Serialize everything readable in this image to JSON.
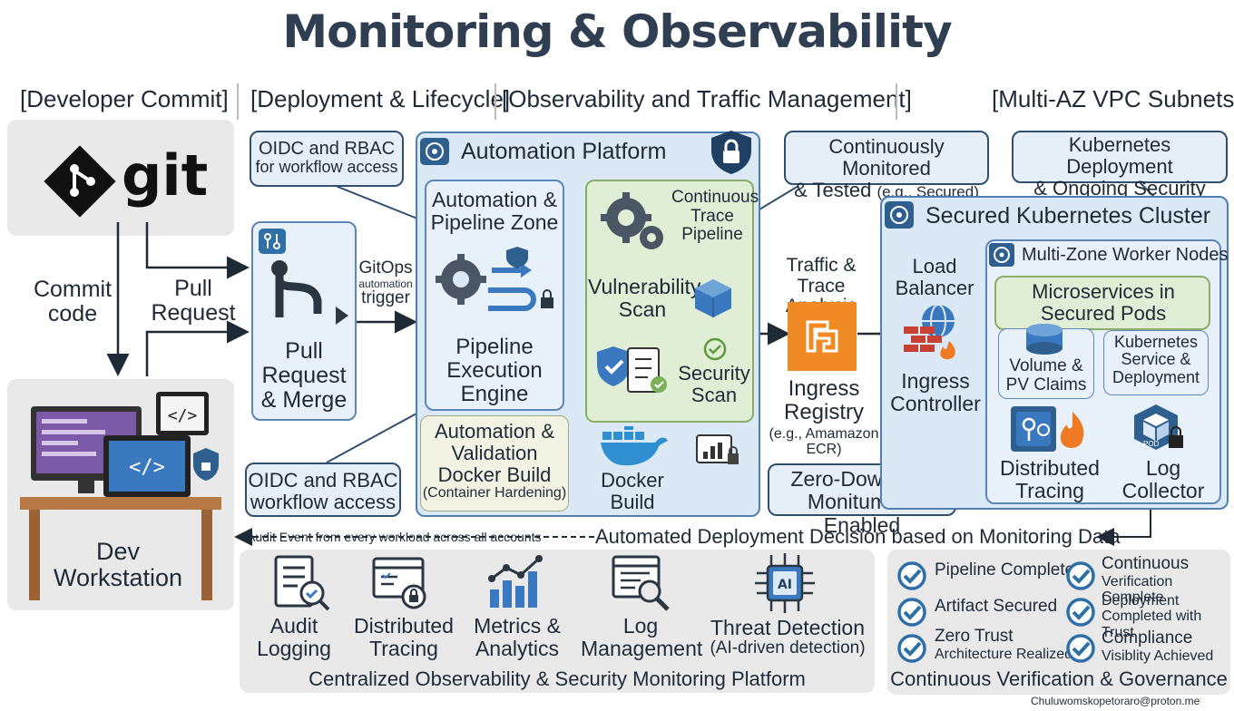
{
  "title": "Monitoring & Observability",
  "headers": {
    "developer_commit": "[Developer Commit]",
    "deployment_lifecycle": "[Deployment & Lifecycle]",
    "observability_traffic": "[Observability and Traffic Management]",
    "multi_az": "[Multi-AZ VPC Subnets]"
  },
  "git": {
    "logo_text": "git"
  },
  "dev": {
    "commit_code": [
      "Commit",
      "code"
    ],
    "pull_request": [
      "Pull",
      "Request"
    ],
    "workstation": [
      "Dev",
      "Workstation"
    ]
  },
  "pr_box": {
    "label": [
      "Pull",
      "Request",
      "& Merge"
    ]
  },
  "gitops": {
    "line1": "GitOps",
    "line2": "automation",
    "line3": "trigger"
  },
  "callouts": {
    "oidc_top": [
      "OIDC and RBAC",
      "for workflow access"
    ],
    "oidc_bottom": [
      "OIDC and RBAC",
      "workflow access"
    ],
    "continuously_monitored": [
      "Continuously Monitored",
      "& Tested",
      "(e.g., Secured)"
    ],
    "k8s_deployment": [
      "Kubernetes Deployment",
      "& Ongoing Security"
    ],
    "zero_downtime": [
      "Zero-Downtime",
      "Monitument Enabled"
    ]
  },
  "automation_platform": {
    "title": "Automation Platform",
    "zone_title": [
      "Automation &",
      "Pipeline Zone"
    ],
    "engine": [
      "Pipeline",
      "Execution",
      "Engine"
    ],
    "validation": [
      "Automation &",
      "Validation",
      "Docker Build",
      "(Container Hardening)"
    ],
    "trace_pipeline": [
      "Continuous",
      "Trace",
      "Pipeline"
    ],
    "vuln_scan": [
      "Vulnerability",
      "Scan"
    ],
    "security_scan": [
      "Security",
      "Scan"
    ],
    "docker_build": [
      "Docker",
      "Build"
    ]
  },
  "traffic": {
    "analysis": [
      "Traffic &",
      "Trace Analysis"
    ],
    "registry": [
      "Ingress",
      "Registry"
    ],
    "registry_example": [
      "(e.g., Amamazon",
      "ECR)"
    ]
  },
  "cluster": {
    "title": "Secured Kubernetes Cluster",
    "load_balancer": [
      "Load",
      "Balancer"
    ],
    "ingress_controller": [
      "Ingress",
      "Controller"
    ],
    "worker_nodes": "Multi-Zone Worker Nodes",
    "microservices": [
      "Microservices in",
      "Secured Pods"
    ],
    "volume": [
      "Volume &",
      "PV Claims"
    ],
    "k8s_service": [
      "Kubernetes",
      "Service &",
      "Deployment"
    ],
    "distributed_tracing": [
      "Distributed",
      "Tracing"
    ],
    "log_collector": [
      "Log",
      "Collector"
    ],
    "pod_label": "POD"
  },
  "audit_event": "Audit Event from every workload across all accounts",
  "automated_decision": "Automated Deployment Decision based on Monitoring Data",
  "observability_platform": {
    "title": "Centralized Observability & Security Monitoring Platform",
    "items": [
      {
        "label": [
          "Audit",
          "Logging"
        ],
        "icon": "audit-log-icon"
      },
      {
        "label": [
          "Distributed",
          "Tracing"
        ],
        "icon": "tracing-icon"
      },
      {
        "label": [
          "Metrics &",
          "Analytics"
        ],
        "icon": "metrics-icon"
      },
      {
        "label": [
          "Log",
          "Management"
        ],
        "icon": "log-search-icon"
      },
      {
        "label": [
          "Threat Detection",
          "(AI-driven detection)"
        ],
        "icon": "ai-chip-icon"
      }
    ]
  },
  "verification": {
    "title": "Continuous Verification & Governance",
    "items": [
      [
        "Pipeline Complete"
      ],
      [
        "Continuous",
        "Verification Complete"
      ],
      [
        "Artifact Secured"
      ],
      [
        "Deployment",
        "Completed with Trust"
      ],
      [
        "Zero Trust",
        "Architecture Realized"
      ],
      [
        "Compliance",
        "Visiblity Achieved"
      ]
    ]
  },
  "footer_credit": "Chuluwomskopetoraro@proton.me",
  "colors": {
    "title": "#2f3f51",
    "panel_blue": "#dbe8f5",
    "panel_green": "#e0eed5",
    "panel_grey": "#e9e9e9",
    "registry_orange": "#f08a24",
    "check_blue": "#2f6fa8"
  }
}
